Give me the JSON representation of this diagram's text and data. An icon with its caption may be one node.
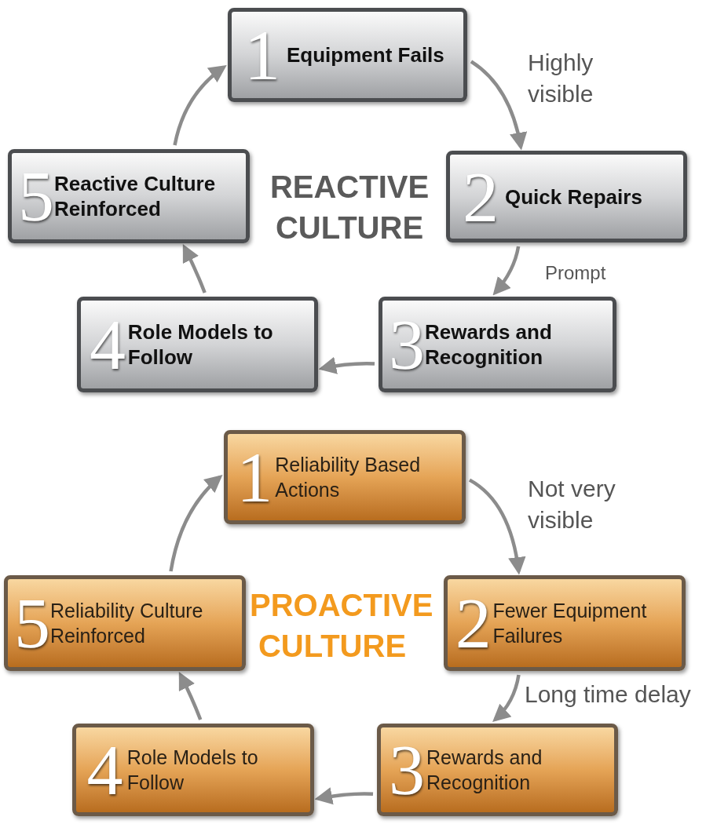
{
  "diagram": {
    "nodes": [
      {
        "text": [
          "1",
          "Equipment Fails"
        ]
      },
      {
        "text": [
          "2",
          "Quick Repairs"
        ]
      },
      {
        "text": [
          "3",
          "Rewards and Recognition"
        ]
      },
      {
        "text": [
          "4",
          "Role Models to Follow"
        ]
      },
      {
        "text": [
          "5",
          "Reactive Culture Reinforced"
        ]
      },
      {
        "text": [
          "1",
          "Reliability Based Actions"
        ]
      },
      {
        "text": [
          "2",
          "Fewer Equipment Failures"
        ]
      },
      {
        "text": [
          "3",
          "Rewards and Recognition"
        ]
      },
      {
        "text": [
          "4",
          "Role Models to Follow"
        ]
      },
      {
        "text": [
          "5",
          "Reliability Culture Reinforced"
        ]
      }
    ],
    "edges": [
      {
        "from": 0,
        "to": 1,
        "arrow": "to",
        "label": "Highly visible"
      },
      {
        "from": 1,
        "to": 2,
        "arrow": "to",
        "label": "Prompt"
      },
      {
        "from": 2,
        "to": 3,
        "arrow": "to"
      },
      {
        "from": 3,
        "to": 4,
        "arrow": "to"
      },
      {
        "from": 4,
        "to": 0,
        "arrow": "to"
      },
      {
        "from": 5,
        "to": 6,
        "arrow": "to",
        "label": "Not very visible"
      },
      {
        "from": 6,
        "to": 7,
        "arrow": "to",
        "label": "Long time delay"
      },
      {
        "from": 7,
        "to": 8,
        "arrow": "to"
      },
      {
        "from": 8,
        "to": 9,
        "arrow": "to"
      },
      {
        "from": 9,
        "to": 5,
        "arrow": "to"
      }
    ],
    "labels": [
      "REACTIVE CULTURE",
      "PROACTIVE CULTURE"
    ]
  }
}
